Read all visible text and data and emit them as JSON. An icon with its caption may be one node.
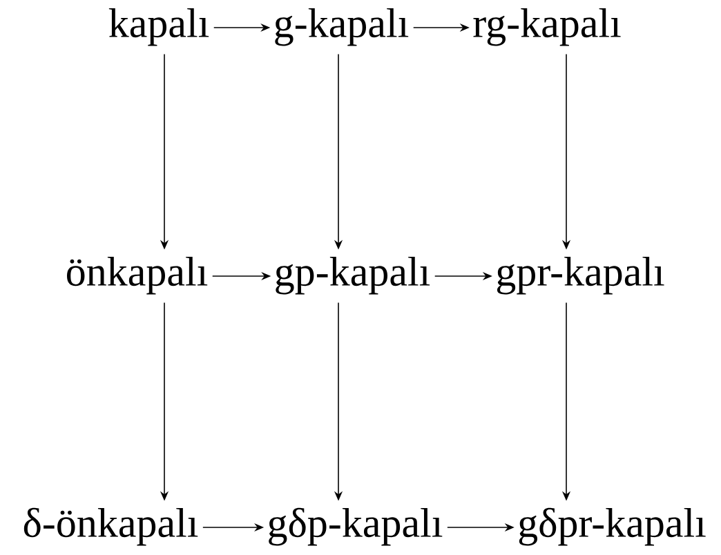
{
  "diagram": {
    "nodes": [
      {
        "text": [
          "kapalı"
        ]
      },
      {
        "text": [
          "g-kapalı"
        ]
      },
      {
        "text": [
          "rg-kapalı"
        ]
      },
      {
        "text": [
          "önkapalı"
        ]
      },
      {
        "text": [
          "gp-kapalı"
        ]
      },
      {
        "text": [
          "gpr-kapalı"
        ]
      },
      {
        "text": [
          "δ-önkapalı"
        ]
      },
      {
        "text": [
          "gδp-kapalı"
        ]
      },
      {
        "text": [
          "gδpr-kapalı"
        ]
      }
    ],
    "edges": [
      {
        "from": 0,
        "to": 1,
        "arrow": "to"
      },
      {
        "from": 1,
        "to": 2,
        "arrow": "to"
      },
      {
        "from": 0,
        "to": 3,
        "arrow": "to"
      },
      {
        "from": 1,
        "to": 4,
        "arrow": "to"
      },
      {
        "from": 2,
        "to": 5,
        "arrow": "to"
      },
      {
        "from": 3,
        "to": 4,
        "arrow": "to"
      },
      {
        "from": 4,
        "to": 5,
        "arrow": "to"
      },
      {
        "from": 3,
        "to": 6,
        "arrow": "to"
      },
      {
        "from": 4,
        "to": 7,
        "arrow": "to"
      },
      {
        "from": 5,
        "to": 8,
        "arrow": "to"
      },
      {
        "from": 6,
        "to": 7,
        "arrow": "to"
      },
      {
        "from": 7,
        "to": 8,
        "arrow": "to"
      }
    ]
  }
}
